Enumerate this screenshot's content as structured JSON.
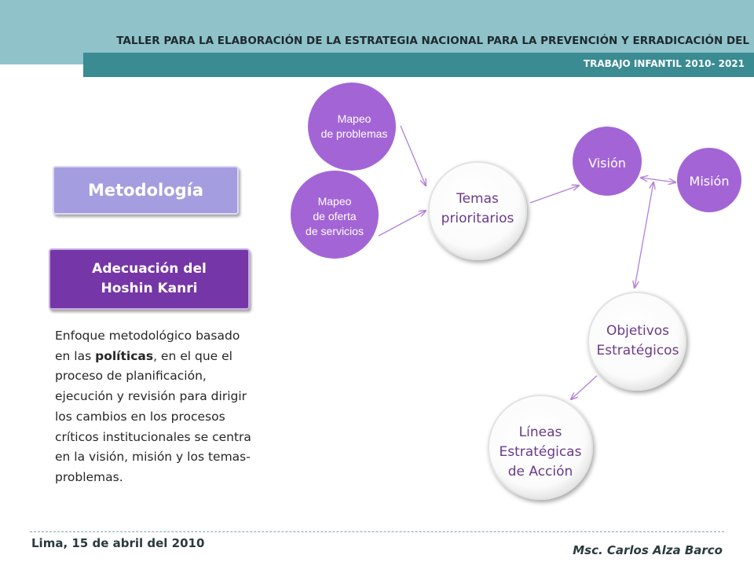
{
  "header": {
    "line1": "TALLER  PARA LA ELABORACIÓN DE LA ESTRATEGIA  NACIONAL PARA  LA PREVENCIÓN Y ERRADICACIÓN DEL",
    "line2": "TRABAJO INFANTIL 2010- 2021"
  },
  "left_panel": {
    "metodologia_label": "Metodología",
    "hoshin_label_line1": "Adecuación del",
    "hoshin_label_line2": "Hoshin Kanri",
    "description_before": "Enfoque metodológico basado en las ",
    "description_bold": "políticas",
    "description_after": ",  en el que el proceso de planificación, ejecución y revisión para dirigir los cambios en los procesos críticos institucionales se centra en la visión, misión y los temas- problemas."
  },
  "diagram": {
    "nodes": {
      "mapeo_problemas": "Mapeo\nde problemas",
      "mapeo_oferta": "Mapeo\nde oferta\nde servicios",
      "temas": "Temas\nprioritarios",
      "vision": "Visión",
      "mision": "Misión",
      "objetivos": "Objetivos\nEstratégicos",
      "lineas": "Líneas\nEstratégicas\nde Acción"
    },
    "colors": {
      "purple": "#a365d6",
      "arrow": "#b27fd8",
      "white_node_text": "#6a3a8a"
    }
  },
  "footer": {
    "left": "Lima, 15 de abril del 2010",
    "right": "Msc. Carlos Alza Barco"
  }
}
